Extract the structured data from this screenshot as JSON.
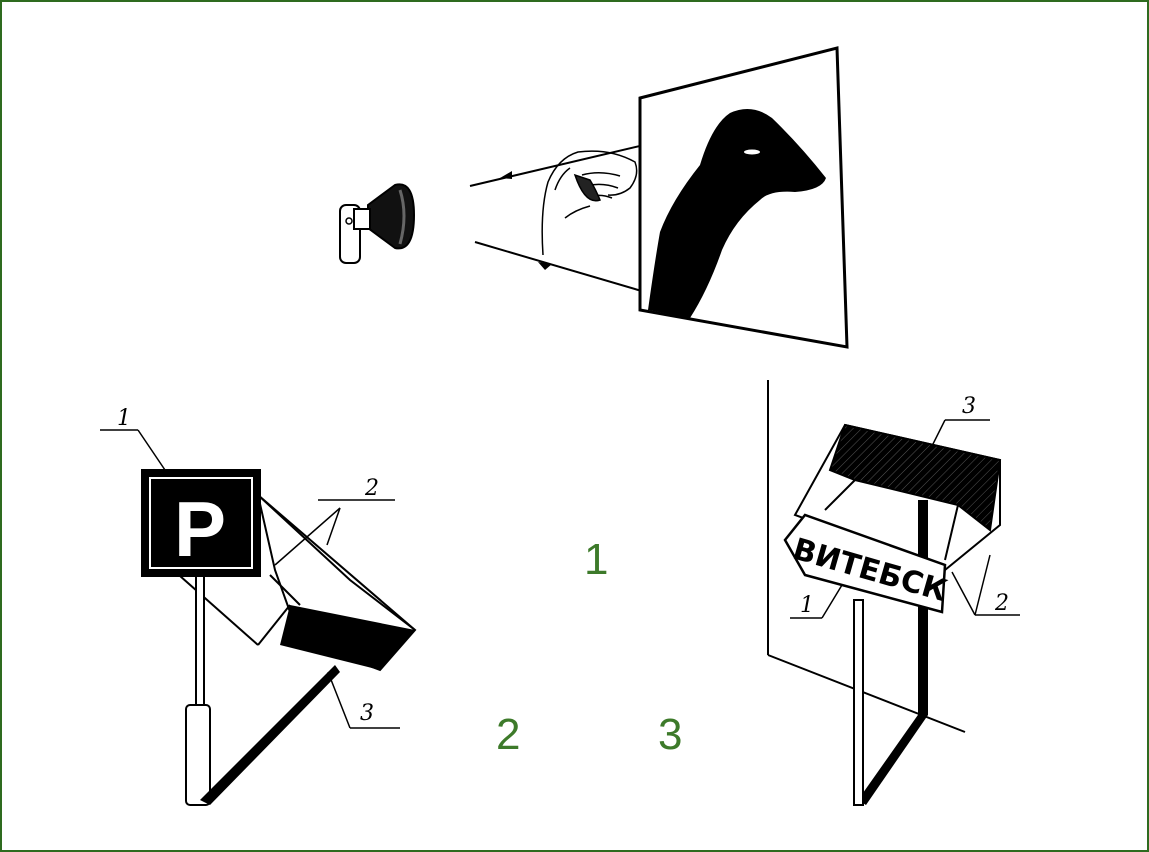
{
  "labels": {
    "figure_one": "1",
    "figure_two": "2",
    "figure_three": "3"
  },
  "parking_sign": {
    "letter": "P",
    "callout_1": "1",
    "callout_2": "2",
    "callout_3": "3"
  },
  "road_sign": {
    "text": "ВИТЕБСК",
    "callout_1": "1",
    "callout_2": "2",
    "callout_3": "3"
  },
  "colors": {
    "frame_border": "#2e6b1f",
    "number_labels": "#3d7a2a",
    "ink": "#000000"
  }
}
